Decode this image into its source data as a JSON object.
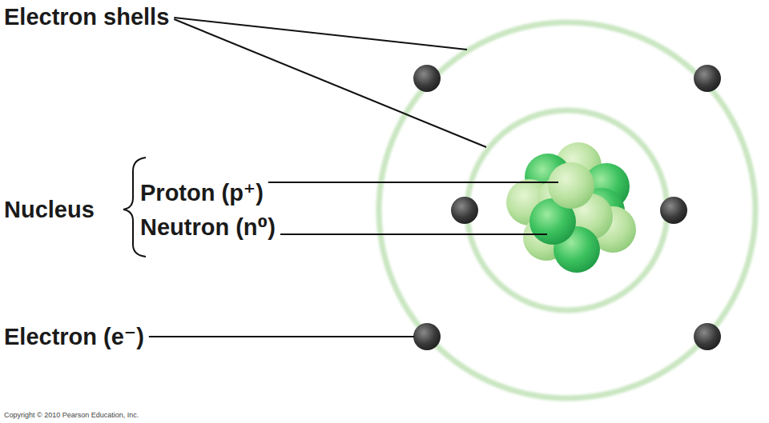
{
  "diagram": {
    "labels": [
      "Electron shells",
      "Nucleus",
      "Proton (p⁺)",
      "Neutron (n⁰)",
      "Electron (e⁻)",
      "Copyright © 2010 Pearson Education, Inc."
    ]
  }
}
